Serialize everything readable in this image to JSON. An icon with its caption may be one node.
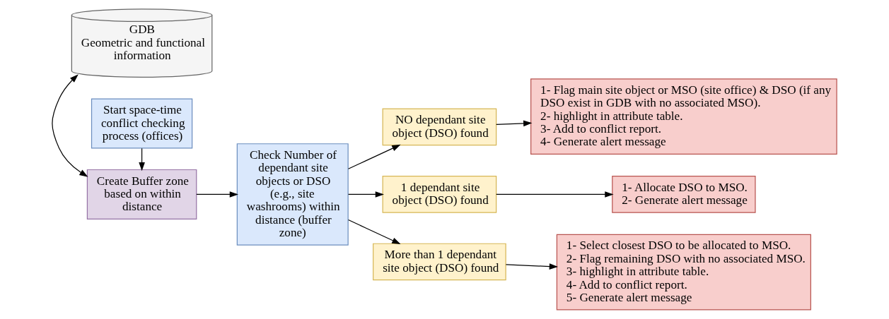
{
  "diagram": {
    "nodes": [
      {
        "text": [
          "GDB",
          "Geometric and functional information"
        ]
      },
      {
        "text": [
          "Create Buffer zone based on within distance"
        ]
      },
      {
        "text": [
          "Start space-time conflict checking process (offices)"
        ]
      },
      {
        "text": [
          "Check Number of dependant site objects or DSO (e.g., site washrooms) within distance (buffer zone)"
        ]
      },
      {
        "text": [
          "NO dependant site object (DSO) found"
        ]
      },
      {
        "text": [
          "1 dependant site object (DSO) found"
        ]
      },
      {
        "text": [
          "More than 1 dependant site object (DSO) found"
        ]
      },
      {
        "text": [
          "1- Flag main site object or MSO (site office) & DSO (if any DSO exist in GDB with no associated MSO).",
          "2- highlight in attribute table.",
          "3- Add to conflict report.",
          "4- Generate alert message"
        ]
      },
      {
        "text": [
          "1- Allocate DSO to MSO.",
          "2- Generate alert message"
        ]
      },
      {
        "text": [
          "1- Select closest DSO to be allocated to MSO.",
          "2- Flag remaining DSO with no associated MSO.",
          "3- highlight in attribute table.",
          "4- Add to conflict report.",
          "5- Generate alert message"
        ]
      }
    ],
    "edges": [
      {
        "from": 0,
        "to": 1,
        "arrow": "both"
      },
      {
        "from": 2,
        "to": 1,
        "arrow": "to"
      },
      {
        "from": 1,
        "to": 3,
        "arrow": "to"
      },
      {
        "from": 3,
        "to": 4,
        "arrow": "to"
      },
      {
        "from": 3,
        "to": 5,
        "arrow": "to"
      },
      {
        "from": 3,
        "to": 6,
        "arrow": "to"
      },
      {
        "from": 4,
        "to": 7,
        "arrow": "to"
      },
      {
        "from": 5,
        "to": 8,
        "arrow": "to"
      },
      {
        "from": 6,
        "to": 9,
        "arrow": "to"
      }
    ]
  }
}
